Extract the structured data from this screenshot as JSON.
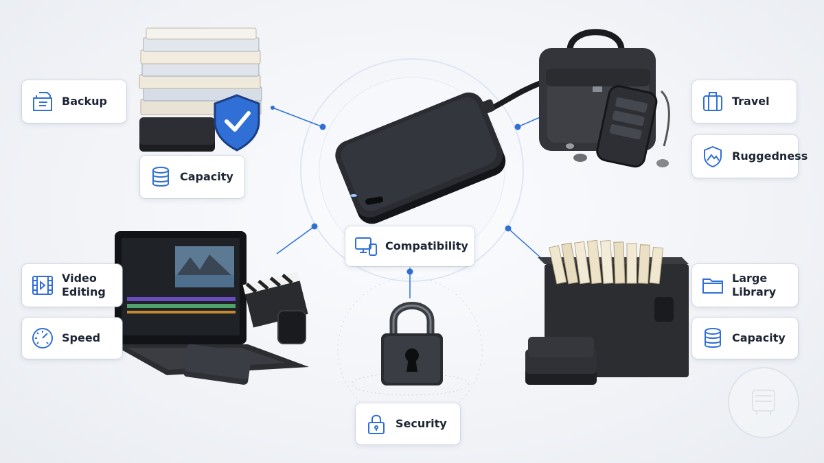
{
  "diagram": {
    "center_device": "portable-hard-drive",
    "labels": {
      "backup": "Backup",
      "capacity_left": "Capacity",
      "travel": "Travel",
      "ruggedness": "Ruggedness",
      "compatibility": "Compatibility",
      "video_editing": "Video\nEditing",
      "speed": "Speed",
      "security": "Security",
      "large_library": "Large\nLibrary",
      "capacity_right": "Capacity"
    },
    "icons": {
      "backup": "document-stack-icon",
      "capacity": "database-icon",
      "travel": "luggage-icon",
      "ruggedness": "shield-mountain-icon",
      "compatibility": "devices-icon",
      "video_editing": "film-icon",
      "speed": "speedometer-icon",
      "security": "padlock-icon",
      "large_library": "folder-icon"
    },
    "colors": {
      "accent": "#2f6fd6",
      "icon": "#2f6fd6",
      "device": "#1f2125",
      "card_text": "#1d2533"
    }
  }
}
